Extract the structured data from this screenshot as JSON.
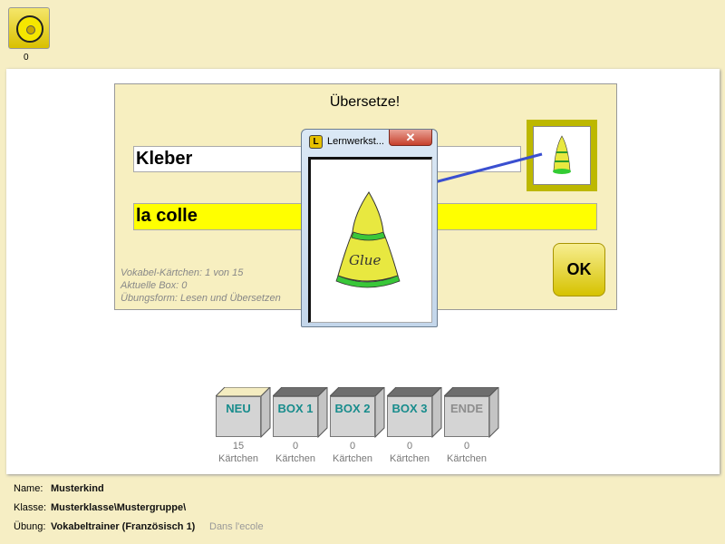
{
  "toolbar": {
    "count": "0"
  },
  "exercise": {
    "title": "Übersetze!",
    "question": "Kleber",
    "answer": "la colle",
    "ok_label": "OK",
    "info": [
      "Vokabel-Kärtchen: 1 von 15",
      "Aktuelle Box: 0",
      "Übungsform: Lesen und Übersetzen"
    ],
    "image_word": "Glue"
  },
  "popup": {
    "icon_letter": "L",
    "title": "Lernwerkst...",
    "close": "✕"
  },
  "boxes": [
    {
      "label": "NEU",
      "count": "15",
      "unit": "Kärtchen"
    },
    {
      "label": "BOX 1",
      "count": "0",
      "unit": "Kärtchen"
    },
    {
      "label": "BOX 2",
      "count": "0",
      "unit": "Kärtchen"
    },
    {
      "label": "BOX 3",
      "count": "0",
      "unit": "Kärtchen"
    },
    {
      "label": "ENDE",
      "count": "0",
      "unit": "Kärtchen"
    }
  ],
  "footer": {
    "name_label": "Name:",
    "name": "Musterkind",
    "class_label": "Klasse:",
    "class": "Musterklasse\\Mustergruppe\\",
    "exercise_label": "Übung:",
    "exercise": "Vokabeltrainer (Französisch 1)",
    "lesson": "Dans l'ecole"
  }
}
